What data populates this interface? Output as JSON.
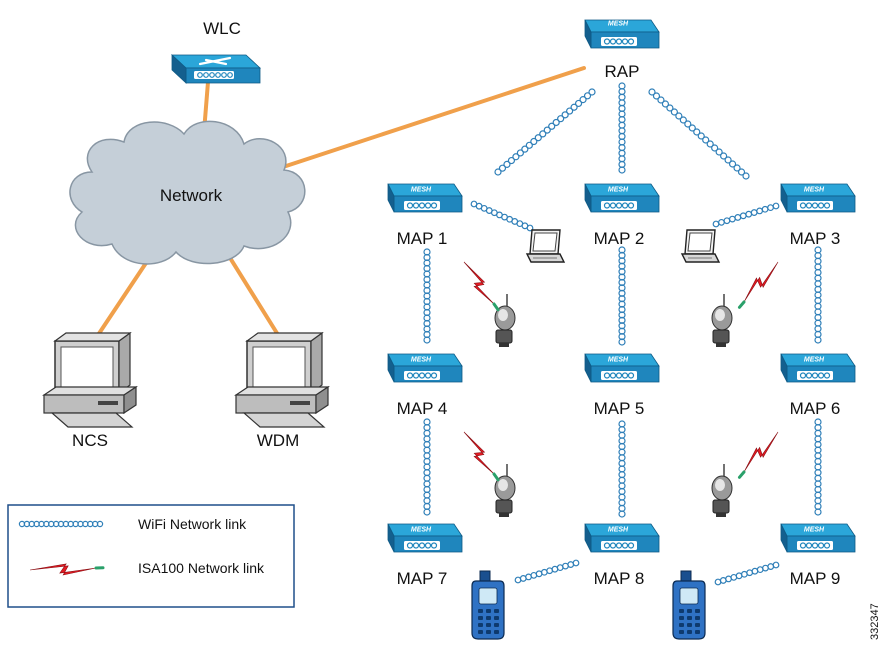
{
  "diagram": {
    "wlc_label": "WLC",
    "rap_label": "RAP",
    "cloud_label": "Network",
    "ncs_label": "NCS",
    "wdm_label": "WDM",
    "maps": [
      "MAP 1",
      "MAP 2",
      "MAP 3",
      "MAP 4",
      "MAP 5",
      "MAP 6",
      "MAP 7",
      "MAP 8",
      "MAP 9"
    ],
    "ap_badge": "MESH",
    "figure_id": "332347"
  },
  "legend": {
    "wifi_label": "WiFi Network link",
    "isa_label": "ISA100 Network link"
  },
  "colors": {
    "ap_top": "#2ba6d9",
    "ap_front": "#1f86bd",
    "ap_side": "#145f8e",
    "wired_link": "#f0a04b",
    "wifi_link": "#2f7fb8",
    "isa_red": "#e21b23",
    "isa_green": "#2aa06a",
    "cloud": "#c5cfd8"
  }
}
